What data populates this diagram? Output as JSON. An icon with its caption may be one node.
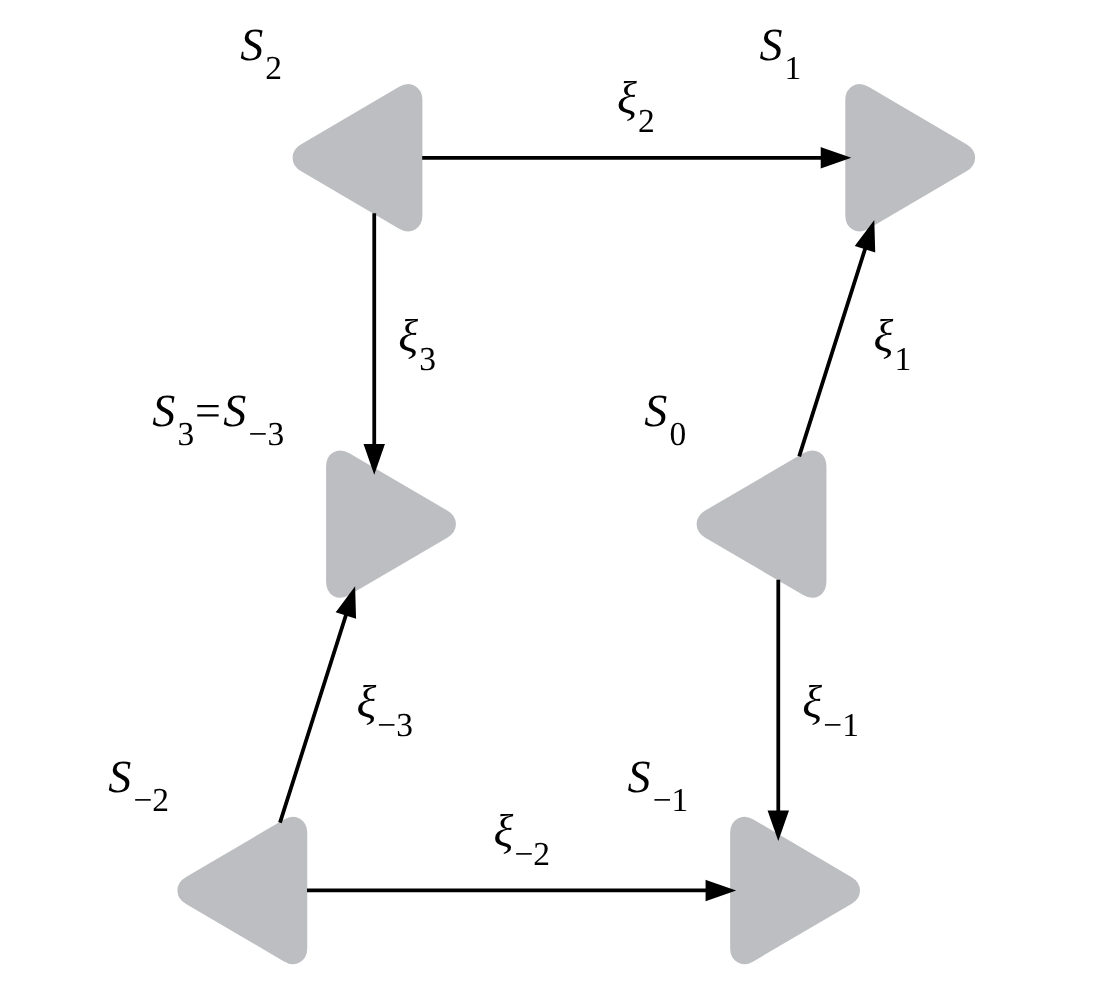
{
  "diagram": {
    "nodes": [
      {
        "text": [],
        "shape": "triangle",
        "beside": [
          "S$_{2}$"
        ]
      },
      {
        "text": [],
        "shape": "triangle",
        "beside": [
          "S$_{1}$"
        ]
      },
      {
        "text": [],
        "shape": "triangle",
        "beside": [
          "S$_{3}$=S$_{−3}$"
        ]
      },
      {
        "text": [],
        "shape": "triangle",
        "beside": [
          "S$_{0}$"
        ]
      },
      {
        "text": [],
        "shape": "triangle",
        "beside": [
          "S$_{−2}$"
        ]
      },
      {
        "text": [],
        "shape": "triangle",
        "beside": [
          "S$_{−1}$"
        ]
      }
    ],
    "edges": [
      {
        "from": 0,
        "to": 1,
        "arrow": "to",
        "label": "ξ$_{2}$"
      },
      {
        "from": 0,
        "to": 2,
        "arrow": "to",
        "label": "ξ$_{3}$"
      },
      {
        "from": 3,
        "to": 1,
        "arrow": "to",
        "label": "ξ$_{1}$"
      },
      {
        "from": 4,
        "to": 2,
        "arrow": "to",
        "label": "ξ$_{−3}$"
      },
      {
        "from": 3,
        "to": 5,
        "arrow": "to",
        "label": "ξ$_{−1}$"
      },
      {
        "from": 4,
        "to": 5,
        "arrow": "to",
        "label": "ξ$_{−2}$"
      }
    ]
  }
}
